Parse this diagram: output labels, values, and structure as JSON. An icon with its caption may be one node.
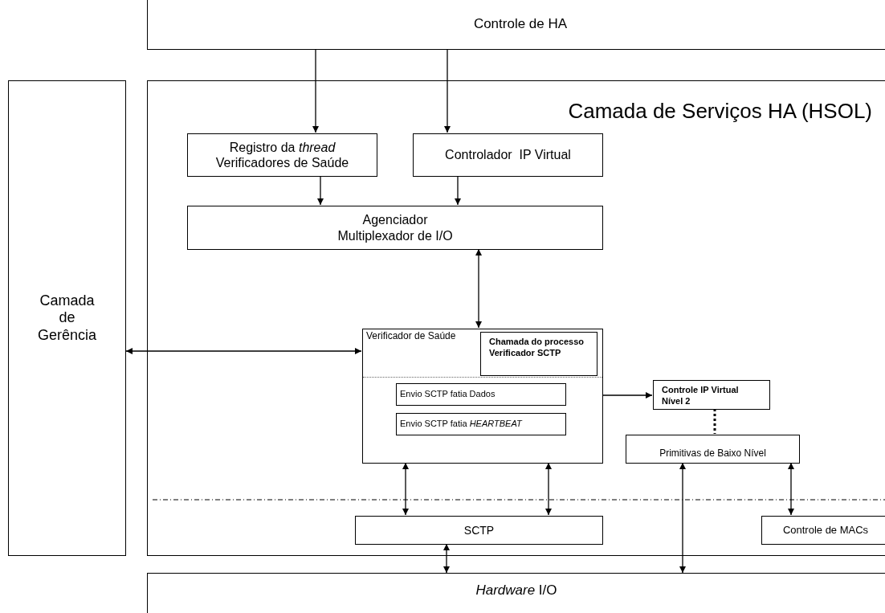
{
  "diagram": {
    "nodes": [
      {
        "text": [
          "Controle de HA"
        ]
      },
      {
        "text": [
          "Camada de Gerência"
        ]
      },
      {
        "text": [
          "Camada de Serviços HA (HSOL)"
        ]
      },
      {
        "text": [
          "Registro da *thread* Verificadores de Saúde"
        ],
        "in": 2
      },
      {
        "text": [
          "Controlador  IP Virtual"
        ],
        "in": 2
      },
      {
        "text": [
          "Agenciador Multiplexador de I/O"
        ],
        "in": 2
      },
      {
        "text": [
          "Verificador de Saúde"
        ],
        "in": 2
      },
      {
        "text": [
          "Chamada do processo Verificador SCTP"
        ],
        "in": 6
      },
      {
        "text": [
          "Envio SCTP fatia Dados"
        ],
        "in": 6
      },
      {
        "text": [
          "Envio SCTP fatia *HEARTBEAT*"
        ],
        "in": 6
      },
      {
        "text": [
          "Controle IP Virtual Nível 2"
        ],
        "in": 2
      },
      {
        "text": [
          "Primitivas de Baixo Nível"
        ],
        "in": 2
      },
      {
        "text": [
          "SCTP"
        ],
        "in": 2
      },
      {
        "text": [
          "Controle de MACs"
        ],
        "in": 2
      },
      {
        "text": [
          "*Hardware* I/O"
        ]
      }
    ],
    "edges": [
      {
        "from": 0,
        "to": 3,
        "arrow": "to"
      },
      {
        "from": 0,
        "to": 4,
        "arrow": "to"
      },
      {
        "from": 3,
        "to": 5,
        "arrow": "to"
      },
      {
        "from": 4,
        "to": 5,
        "arrow": "to"
      },
      {
        "from": 5,
        "to": 6,
        "arrow": "both"
      },
      {
        "from": 1,
        "to": 6,
        "arrow": "both"
      },
      {
        "from": 6,
        "to": 10,
        "arrow": "to"
      },
      {
        "from": 10,
        "to": 11,
        "arrow": "none",
        "style": "dashed"
      },
      {
        "from": 6,
        "to": 12,
        "arrow": "both"
      },
      {
        "from": 6,
        "to": 12,
        "arrow": "both"
      },
      {
        "from": 11,
        "to": 14,
        "arrow": "both"
      },
      {
        "from": 11,
        "to": 13,
        "arrow": "both"
      },
      {
        "from": 12,
        "to": 14,
        "arrow": "both"
      }
    ]
  }
}
